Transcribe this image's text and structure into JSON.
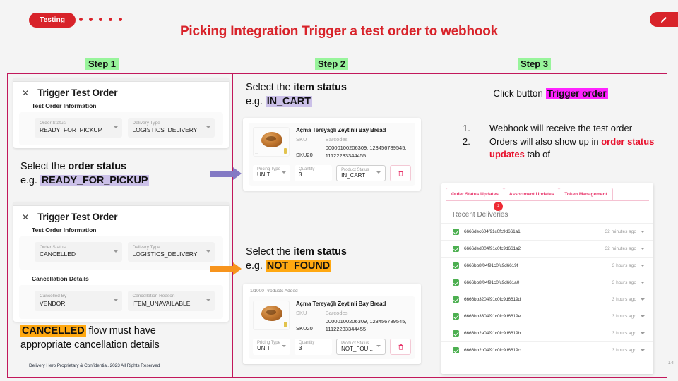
{
  "header": {
    "badge": "Testing",
    "dots_count": 5,
    "title": "Picking Integration Trigger a test order to webhook",
    "pen_icon": "pen-icon",
    "accent_red": "#d8232a",
    "panel_border": "#c2185b"
  },
  "steps": [
    {
      "label": "Step 1"
    },
    {
      "label": "Step 2"
    },
    {
      "label": "Step 3"
    }
  ],
  "panel1": {
    "card_a": {
      "close_icon": "close-icon",
      "title": "Trigger Test Order",
      "section": "Test Order Information",
      "fields": [
        {
          "label": "Order Status",
          "value": "READY_FOR_PICKUP"
        },
        {
          "label": "Delivery Type",
          "value": "LOGISTICS_DELIVERY"
        }
      ]
    },
    "anno_a": {
      "line1_pre": "Select the ",
      "line1_bold": "order status",
      "line2_pre": "e.g. ",
      "line2_hl": "READY_FOR_PICKUP"
    },
    "card_b": {
      "close_icon": "close-icon",
      "title": "Trigger Test Order",
      "section": "Test Order Information",
      "fields": [
        {
          "label": "Order Status",
          "value": "CANCELLED"
        },
        {
          "label": "Delivery Type",
          "value": "LOGISTICS_DELIVERY"
        }
      ],
      "section2": "Cancellation Details",
      "fields2": [
        {
          "label": "Cancelled By",
          "value": "VENDOR"
        },
        {
          "label": "Cancellation Reason",
          "value": "ITEM_UNAVAILABLE"
        }
      ]
    },
    "anno_b": {
      "hl": "CANCELLED",
      "line1_rest": " flow must have",
      "line2": "appropriate cancellation details"
    },
    "footer": "Delivery Hero Proprietary & Confidential. 2023 All Rights Reserved"
  },
  "panel2": {
    "anno_top": {
      "line1_pre": "Select the ",
      "line1_bold": "item status",
      "line2_pre": "e.g. ",
      "line2_hl": "IN_CART"
    },
    "anno_bottom": {
      "line1_pre": "Select the ",
      "line1_bold": "item status",
      "line2_pre": "e.g. ",
      "line2_hl": "NOT_FOUND"
    },
    "product_top": {
      "added_label": "",
      "name": "Açma Tereyağlı Zeytinli Bay Bread",
      "sku_header": "SKU",
      "sku_value": "SKU20",
      "barcodes_header": "Barcodes",
      "barcodes": "00000100206309, 123456789545, 11122233344455",
      "pricing_label": "Pricing Type",
      "pricing_value": "UNIT",
      "quantity_label": "Quantity",
      "quantity_value": "3",
      "status_label": "Product Status",
      "status_value": "IN_CART",
      "delete_icon": "trash-icon"
    },
    "product_bottom": {
      "added_label": "1/1000 Products Added",
      "name": "Açma Tereyağlı Zeytinli Bay Bread",
      "sku_header": "SKU",
      "sku_value": "SKU20",
      "barcodes_header": "Barcodes",
      "barcodes": "00000100206309, 123456789545, 11122233344455",
      "pricing_label": "Pricing Type",
      "pricing_value": "UNIT",
      "quantity_label": "Quantity",
      "quantity_value": "3",
      "status_label": "Product Status",
      "status_value": "NOT_FOU...",
      "delete_icon": "trash-icon"
    },
    "arrow_top": "purple-arrow",
    "arrow_bottom": "orange-arrow"
  },
  "panel3": {
    "heading_pre": "Click button ",
    "heading_hl": "Trigger order",
    "bullets": [
      {
        "num": "1.",
        "pre": "Webhook will receive the test order",
        "red": "",
        "post": ""
      },
      {
        "num": "2.",
        "pre": "Orders will also show up in ",
        "red": "order status updates",
        "post": " tab of"
      }
    ],
    "webcard": {
      "tabs": [
        {
          "label": "Order Status Updates"
        },
        {
          "label": "Assortment Updates"
        },
        {
          "label": "Token Management"
        }
      ],
      "notification_count": "2",
      "list_title": "Recent Deliveries",
      "deliveries": [
        {
          "id": "6666dec604f91c0fc9d661a1",
          "time": "32 minutes ago"
        },
        {
          "id": "6666ded004f91c0fc9d661a2",
          "time": "32 minutes ago"
        },
        {
          "id": "6666bb8f04f91c0fc9d6619f",
          "time": "3 hours ago"
        },
        {
          "id": "6666bb8f04f91c0fc9d661a0",
          "time": "3 hours ago"
        },
        {
          "id": "6666bb3204f91c0fc9d6619d",
          "time": "3 hours ago"
        },
        {
          "id": "6666bb3304f91c0fc9d6619e",
          "time": "3 hours ago"
        },
        {
          "id": "6666bb2a04f91c0fc9d6619b",
          "time": "3 hours ago"
        },
        {
          "id": "6666bb2b04f91c0fc9d6619c",
          "time": "3 hours ago"
        }
      ]
    }
  },
  "page_number": "14"
}
